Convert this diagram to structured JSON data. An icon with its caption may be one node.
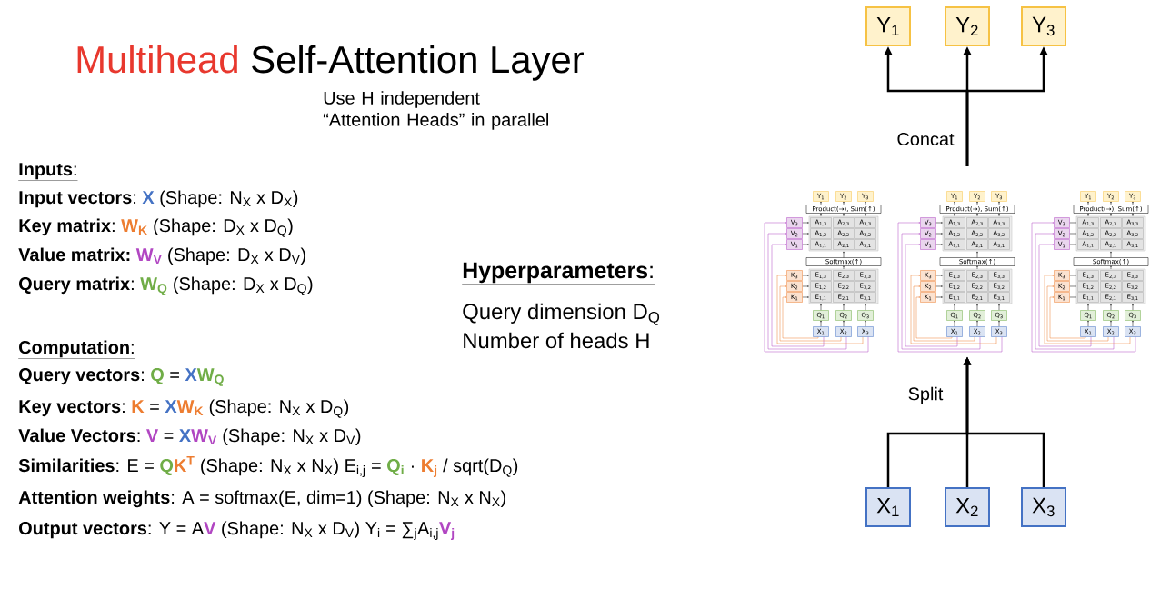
{
  "diagram": {
    "nodes": [
      {
        "text": [
          "Y$_{1}$"
        ]
      },
      {
        "text": [
          "Y$_{2}$"
        ]
      },
      {
        "text": [
          "Y$_{3}$"
        ]
      },
      {
        "text": [
          "Y$_{1}$",
          "Y$_{2}$",
          "Y$_{3}$",
          "Product(→), Sum(↑)",
          "V$_{3}$",
          "V$_{2}$",
          "V$_{1}$",
          "A$_{1,3}$",
          "A$_{2,3}$",
          "A$_{3,3}$",
          "A$_{1,2}$",
          "A$_{2,2}$",
          "A$_{3,2}$",
          "A$_{1,1}$",
          "A$_{2,1}$",
          "A$_{3,1}$",
          "Softmax(↑)",
          "K$_{3}$",
          "K$_{2}$",
          "K$_{1}$",
          "E$_{1,3}$",
          "E$_{2,3}$",
          "E$_{3,3}$",
          "E$_{1,2}$",
          "E$_{2,2}$",
          "E$_{3,2}$",
          "E$_{1,1}$",
          "E$_{2,1}$",
          "E$_{3,1}$",
          "Q$_{1}$",
          "Q$_{2}$",
          "Q$_{3}$",
          "X$_{1}$",
          "X$_{2}$",
          "X$_{3}$"
        ]
      },
      {
        "text": [
          "Y$_{1}$",
          "Y$_{2}$",
          "Y$_{3}$",
          "Product(→), Sum(↑)",
          "V$_{3}$",
          "V$_{2}$",
          "V$_{1}$",
          "A$_{1,3}$",
          "A$_{2,3}$",
          "A$_{3,3}$",
          "A$_{1,2}$",
          "A$_{2,2}$",
          "A$_{3,2}$",
          "A$_{1,1}$",
          "A$_{2,1}$",
          "A$_{3,1}$",
          "Softmax(↑)",
          "K$_{3}$",
          "K$_{2}$",
          "K$_{1}$",
          "E$_{1,3}$",
          "E$_{2,3}$",
          "E$_{3,3}$",
          "E$_{1,2}$",
          "E$_{2,2}$",
          "E$_{3,2}$",
          "E$_{1,1}$",
          "E$_{2,1}$",
          "E$_{3,1}$",
          "Q$_{1}$",
          "Q$_{2}$",
          "Q$_{3}$",
          "X$_{1}$",
          "X$_{2}$",
          "X$_{3}$"
        ]
      },
      {
        "text": [
          "Y$_{1}$",
          "Y$_{2}$",
          "Y$_{3}$",
          "Product(→), Sum(↑)",
          "V$_{3}$",
          "V$_{2}$",
          "V$_{1}$",
          "A$_{1,3}$",
          "A$_{2,3}$",
          "A$_{3,3}$",
          "A$_{1,2}$",
          "A$_{2,2}$",
          "A$_{3,2}$",
          "A$_{1,1}$",
          "A$_{2,1}$",
          "A$_{3,1}$",
          "Softmax(↑)",
          "K$_{3}$",
          "K$_{2}$",
          "K$_{1}$",
          "E$_{1,3}$",
          "E$_{2,3}$",
          "E$_{3,3}$",
          "E$_{1,2}$",
          "E$_{2,2}$",
          "E$_{3,2}$",
          "E$_{1,1}$",
          "E$_{2,1}$",
          "E$_{3,1}$",
          "Q$_{1}$",
          "Q$_{2}$",
          "Q$_{3}$",
          "X$_{1}$",
          "X$_{2}$",
          "X$_{3}$"
        ]
      },
      {
        "text": [
          "X$_{1}$"
        ]
      },
      {
        "text": [
          "X$_{2}$"
        ]
      },
      {
        "text": [
          "X$_{3}$"
        ]
      }
    ],
    "edges": [
      {
        "from": 6,
        "to": 4,
        "arrow": "to"
      },
      {
        "from": 7,
        "to": 4,
        "arrow": "to",
        "label": "Split"
      },
      {
        "from": 8,
        "to": 4,
        "arrow": "to"
      },
      {
        "from": 4,
        "to": 0,
        "arrow": "to"
      },
      {
        "from": 4,
        "to": 1,
        "arrow": "to",
        "label": "Concat"
      },
      {
        "from": 4,
        "to": 2,
        "arrow": "to"
      }
    ],
    "labels": [
      "Multihead",
      "Self-Attention Layer",
      "Use H independent “Attention Heads” in parallel",
      "**Inputs**:",
      "**Input vectors**:",
      "X",
      "(Shape: N$_{X}$ x D$_{X}$)",
      "**Key matrix**:",
      "W$_{K}$",
      "(Shape: D$_{X}$ x D$_{Q}$)",
      "**Value matrix:**",
      "W$_{V}$",
      "(Shape: D$_{X}$ x D$_{V}$)",
      "**Query matrix**:",
      "W$_{Q}$",
      "(Shape: D$_{X}$ x D$_{Q}$)",
      "**Computation**:",
      "**Query vectors**:",
      "Q",
      "=",
      "X",
      "W$_{Q}$",
      "**Key vectors**:",
      "K",
      "=",
      "X",
      "W$_{K}$",
      "(Shape: N$_{X}$ x D$_{Q}$)",
      "**Value Vectors**:",
      "V",
      "=",
      "X",
      "W$_{V}$",
      "(Shape: N$_{X}$ x D$_{V}$)",
      "**Similarities**: E =",
      "Q",
      "K$^{T}$",
      "(Shape: N$_{X}$ x N$_{X}$) E$_{i,j}$ =",
      "Q$_{i}$",
      "·",
      "K$_{j}$",
      "/ sqrt(D$_{Q}$)",
      "**Attention weights**: A = softmax(E, dim=1) (Shape: N$_{X}$ x N$_{X}$)",
      "**Output vectors**: Y = A",
      "V",
      "(Shape: N$_{X}$ x D$_{V}$) Y$_{i}$ = ∑$_{j}$A$_{i,j}$",
      "V$_{j}$",
      "**Hyperparameters**:",
      "Query dimension D$_{Q}$",
      "Number of heads H"
    ]
  }
}
